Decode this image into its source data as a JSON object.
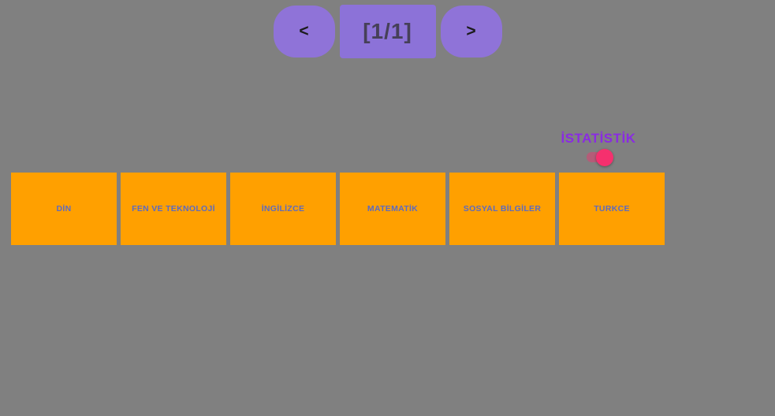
{
  "pager": {
    "prev_label": "<",
    "page_label": "[1/1]",
    "next_label": ">"
  },
  "statistics": {
    "label": "İSTATİSTİK",
    "toggle_state": "on"
  },
  "subjects": [
    "DİN",
    "FEN VE TEKNOLOJİ",
    "İNGİLİZCE",
    "MATEMATİK",
    "SOSYAL BİLGİLER",
    "TURKCE"
  ],
  "colors": {
    "background": "#808080",
    "nav_button": "#8f73d8",
    "nav_text": "#1b1b1b",
    "page_box": "#8c72d8",
    "page_text": "#464058",
    "statistics_label": "#8a2be2",
    "toggle_on": "#f5306e",
    "toggle_track": "rgba(245, 48, 110, 0.45)",
    "subject_button": "#ffa000",
    "subject_text": "#5c6bc0"
  }
}
